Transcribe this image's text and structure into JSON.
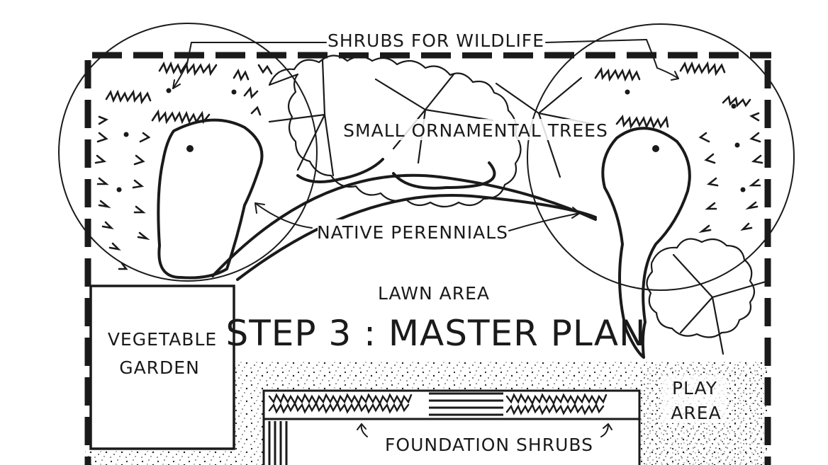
{
  "labels": {
    "shrubs_wildlife": "SHRUBS FOR WILDLIFE",
    "ornamental_trees": "SMALL ORNAMENTAL TREES",
    "native_perennials": "NATIVE PERENNIALS",
    "lawn_area": "LAWN AREA",
    "title": "STEP 3 : MASTER PLAN",
    "vegetable_line1": "VEGETABLE",
    "vegetable_line2": "GARDEN",
    "play_line1": "PLAY",
    "play_line2": "AREA",
    "foundation_shrubs": "FOUNDATION SHRUBS"
  },
  "colors": {
    "ink": "#1a1a1a",
    "paper": "#ffffff"
  }
}
